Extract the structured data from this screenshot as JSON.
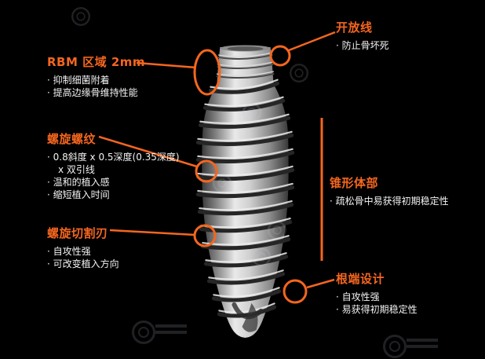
{
  "colors": {
    "accent": "#F4661F",
    "background": "#000000",
    "text": "#FFFFFF",
    "implant_metal": "#C9C9C9"
  },
  "annotations": {
    "rbm_zone": {
      "title": "RBM 区域 2mm",
      "bullets": [
        "· 抑制细菌附着",
        "· 提高边缘骨维持性能"
      ]
    },
    "spiral_thread": {
      "title": "螺旋螺纹",
      "bullets": [
        "· 0.8斜度 x 0.5深度(0.35深度)",
        "x 双引线",
        "· 温和的植入感",
        "· 缩短植入时间"
      ]
    },
    "spiral_cutting_edge": {
      "title": "螺旋切割刃",
      "bullets": [
        "· 自攻性强",
        "· 可改变植入方向"
      ]
    },
    "open_line": {
      "title": "开放线",
      "bullets": [
        "· 防止骨坏死"
      ]
    },
    "conical_body": {
      "title": "锥形体部",
      "bullets": [
        "· 疏松骨中易获得初期稳定性"
      ]
    },
    "root_end": {
      "title": "根端设计",
      "bullets": [
        "· 自攻性强",
        "· 易获得初期稳定性"
      ]
    }
  }
}
